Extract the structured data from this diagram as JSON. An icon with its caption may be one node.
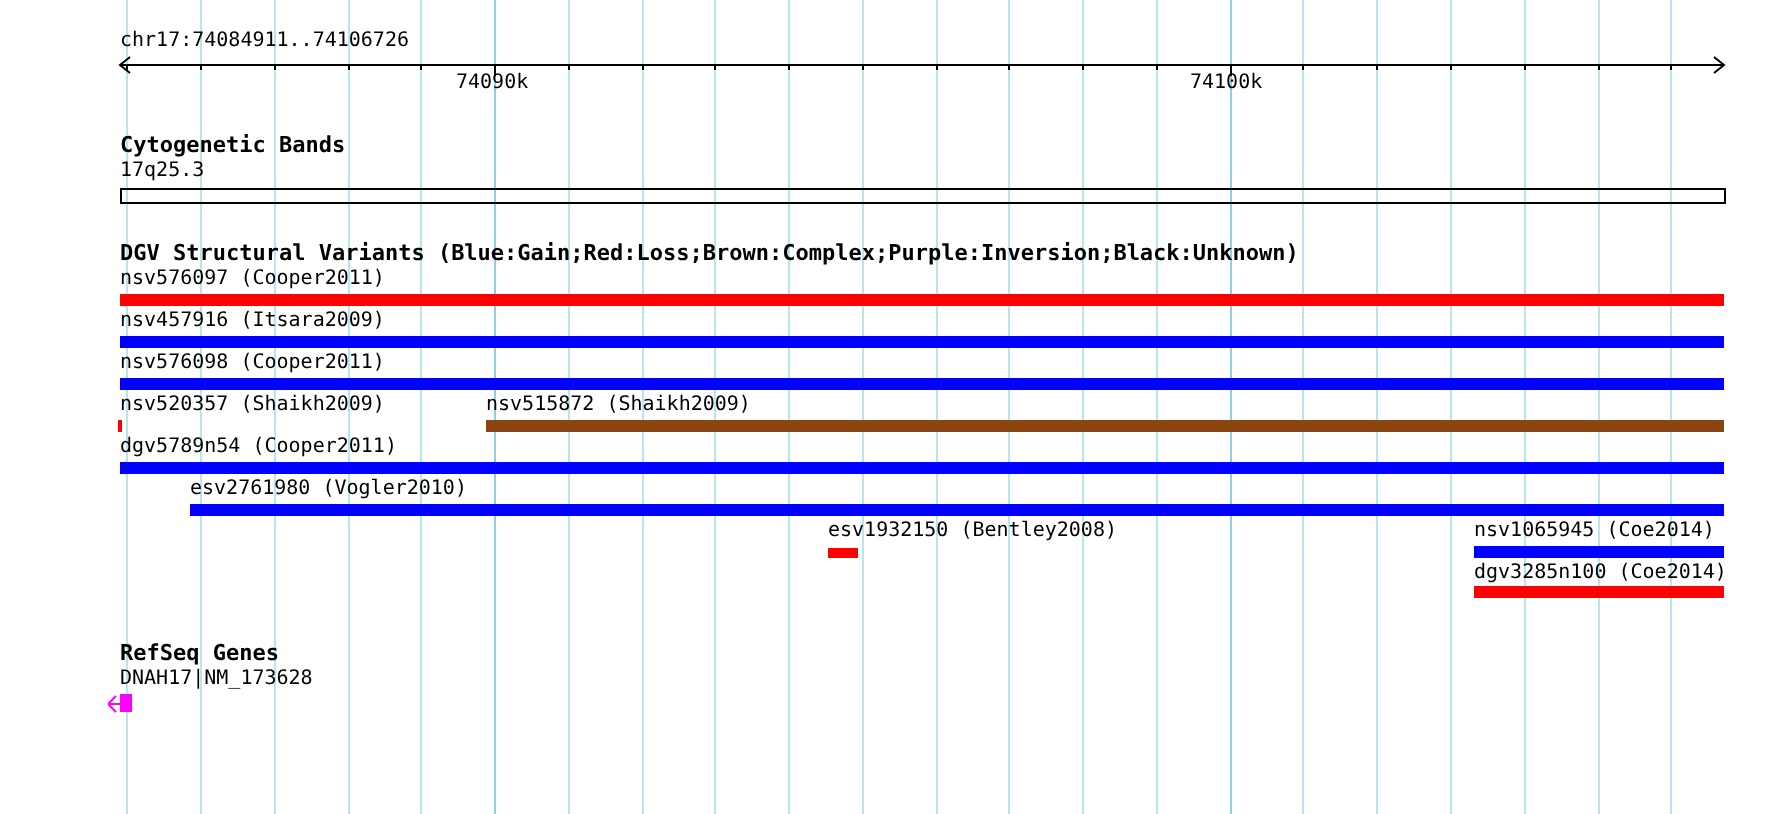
{
  "diagram": {
    "nodes": [
      {
        "text": [
          "nsv576097 (Cooper2011)"
        ]
      },
      {
        "text": [
          "nsv457916 (Itsara2009)"
        ]
      },
      {
        "text": [
          "nsv576098 (Cooper2011)"
        ]
      },
      {
        "text": [
          "nsv520357 (Shaikh2009)"
        ]
      },
      {
        "text": [
          "nsv515872 (Shaikh2009)"
        ]
      },
      {
        "text": [
          "dgv5789n54 (Cooper2011)"
        ]
      },
      {
        "text": [
          "esv2761980 (Vogler2010)"
        ]
      },
      {
        "text": [
          "esv1932150 (Bentley2008)"
        ]
      },
      {
        "text": [
          "nsv1065945 (Coe2014)"
        ]
      },
      {
        "text": [
          "dgv3285n100 (Coe2014)"
        ]
      },
      {
        "text": [
          "DNAH17|NM_173628"
        ]
      }
    ],
    "labels": [
      "chr17:74084911..74106726",
      "74090k",
      "74100k",
      "Cytogenetic Bands",
      "17q25.3",
      "DGV Structural Variants (Blue:Gain;Red:Loss;Brown:Complex;Purple:Inversion;Black:Unknown)",
      "RefSeq Genes"
    ]
  }
}
